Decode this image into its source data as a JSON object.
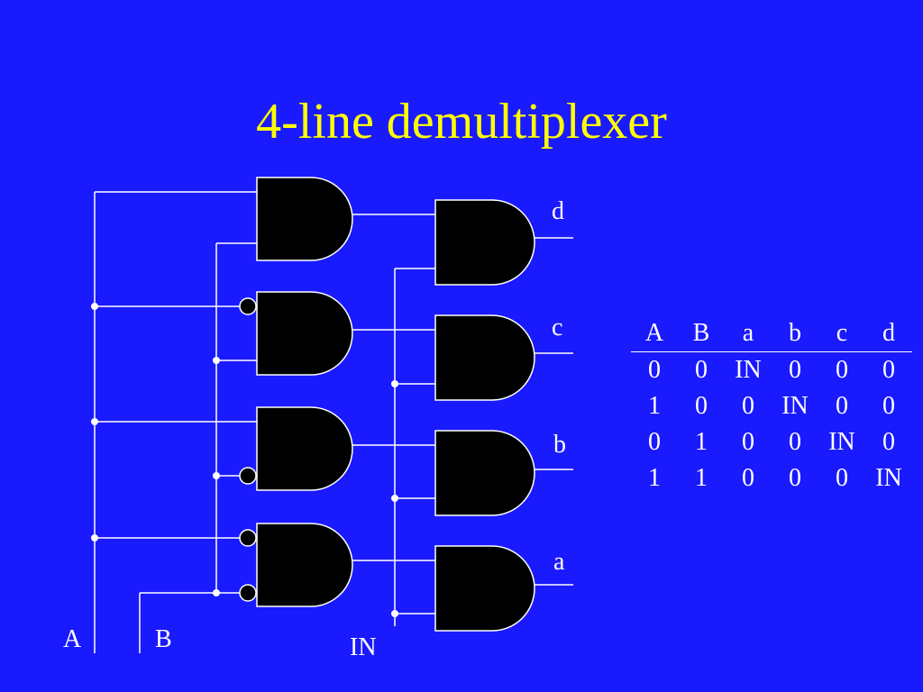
{
  "slide": {
    "title": "4-line demultiplexer",
    "title_color": "#ffff00",
    "background_color": "#1a1aff",
    "text_color": "#ffffff"
  },
  "circuit": {
    "input_labels": {
      "a": "A",
      "b": "B",
      "in": "IN"
    },
    "output_labels": {
      "d": "d",
      "c": "c",
      "b": "b",
      "a": "a"
    }
  },
  "truth_table": {
    "headers": [
      "A",
      "B",
      "a",
      "b",
      "c",
      "d"
    ],
    "rows": [
      [
        "0",
        "0",
        "IN",
        "0",
        "0",
        "0"
      ],
      [
        "1",
        "0",
        "0",
        "IN",
        "0",
        "0"
      ],
      [
        "0",
        "1",
        "0",
        "0",
        "IN",
        "0"
      ],
      [
        "1",
        "1",
        "0",
        "0",
        "0",
        "IN"
      ]
    ]
  }
}
